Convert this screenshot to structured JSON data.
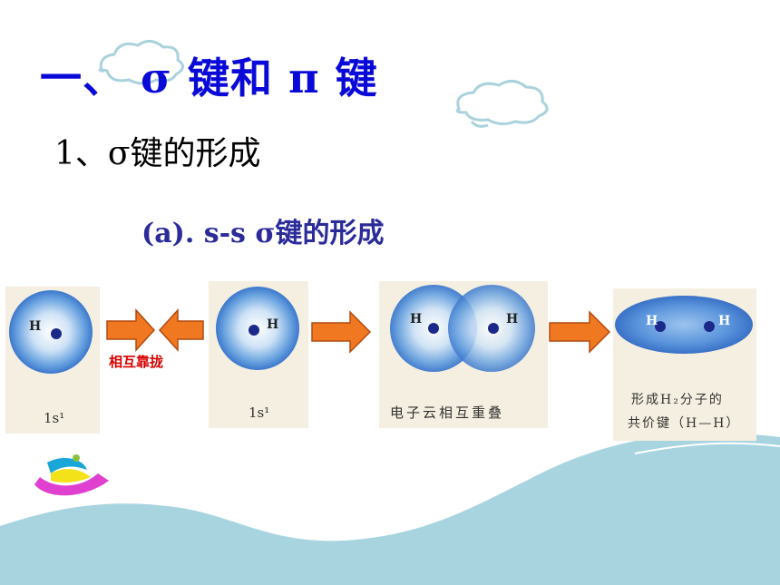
{
  "slide": {
    "title": "一、 σ 键和 π 键",
    "subtitle": "1、σ键的形成",
    "caption": "(a). s-s  σ键的形成"
  },
  "diagram": {
    "panel1": {
      "atom": "H",
      "orbital": "1s¹"
    },
    "panel2": {
      "atom": "H",
      "orbital": "1s¹"
    },
    "approach_label": "相互靠拢",
    "panel3": {
      "atom_left": "H",
      "atom_right": "H",
      "label": "电子云相互重叠"
    },
    "panel4": {
      "atom_left": "H",
      "atom_right": "H",
      "label_line1": "形成H₂分子的",
      "label_line2": "共价键（H—H）"
    }
  },
  "colors": {
    "title": "#0a0ad8",
    "caption": "#2b2b9a",
    "arrow": "#f07820",
    "approach_label": "#d80000",
    "orbital": "#3f7fd0",
    "sea": "#a8d4e0"
  },
  "decor": [
    "cloud-icon",
    "sailboat-icon"
  ]
}
